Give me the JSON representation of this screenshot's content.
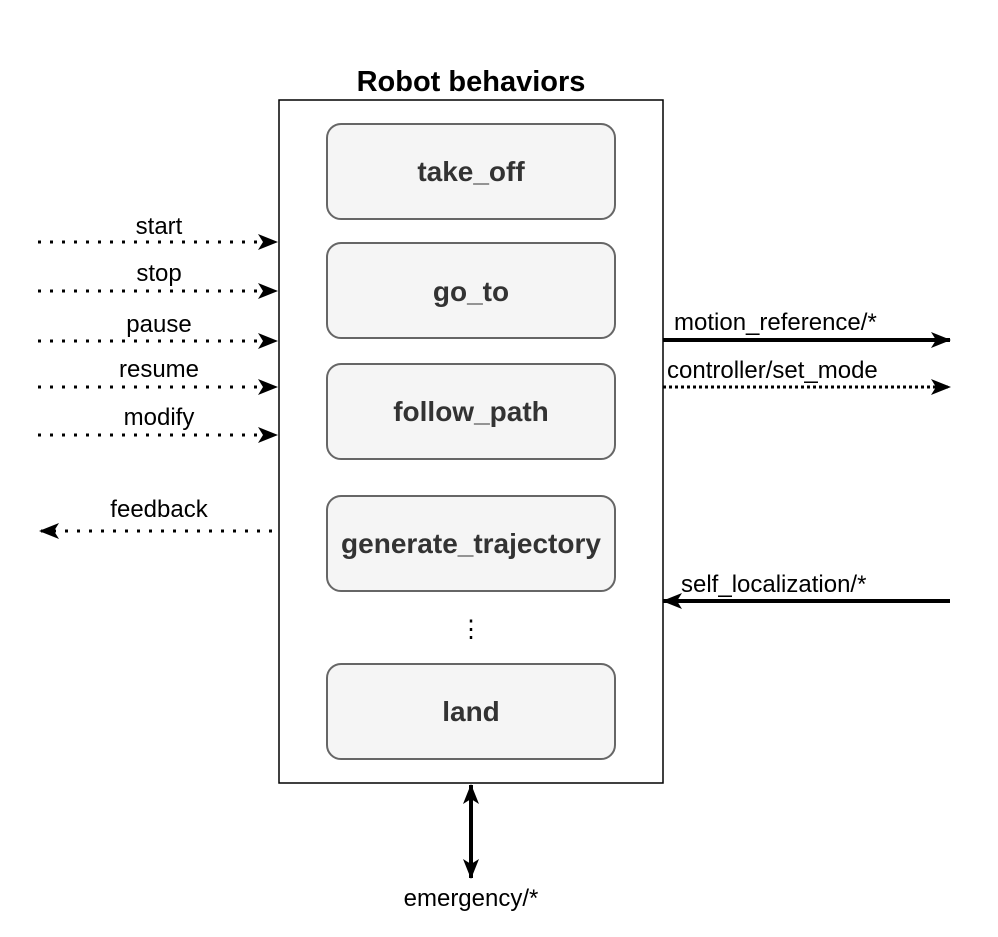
{
  "diagram": {
    "title": "Robot behaviors",
    "behaviors": [
      {
        "label": "take_off"
      },
      {
        "label": "go_to"
      },
      {
        "label": "follow_path"
      },
      {
        "label": "generate_trajectory"
      },
      {
        "label": "land"
      }
    ],
    "ellipsis": "⋮",
    "inputs": [
      {
        "label": "start"
      },
      {
        "label": "stop"
      },
      {
        "label": "pause"
      },
      {
        "label": "resume"
      },
      {
        "label": "modify"
      }
    ],
    "feedback": {
      "label": "feedback"
    },
    "outputs": [
      {
        "label": "motion_reference/*"
      },
      {
        "label": "controller/set_mode"
      }
    ],
    "incoming": {
      "label": "self_localization/*"
    },
    "bidirectional": {
      "label": "emergency/*"
    },
    "colors": {
      "box_fill": "#f5f5f5",
      "box_stroke": "#666666",
      "behavior_text": "#333333",
      "line": "#000000"
    }
  }
}
